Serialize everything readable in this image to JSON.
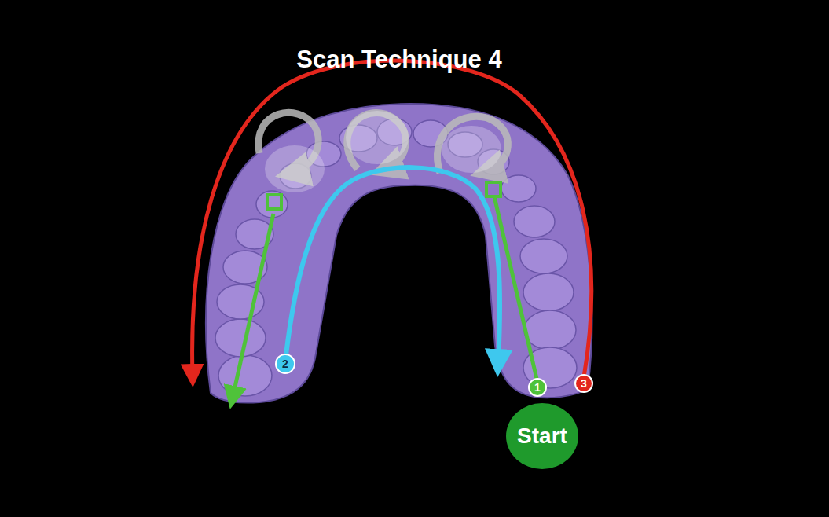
{
  "diagram": {
    "title": "Scan Technique 4",
    "nodes": [
      {
        "text": [
          "1"
        ]
      },
      {
        "text": [
          "2"
        ]
      },
      {
        "text": [
          "3"
        ]
      },
      {
        "text": [
          "Start"
        ]
      }
    ]
  }
}
